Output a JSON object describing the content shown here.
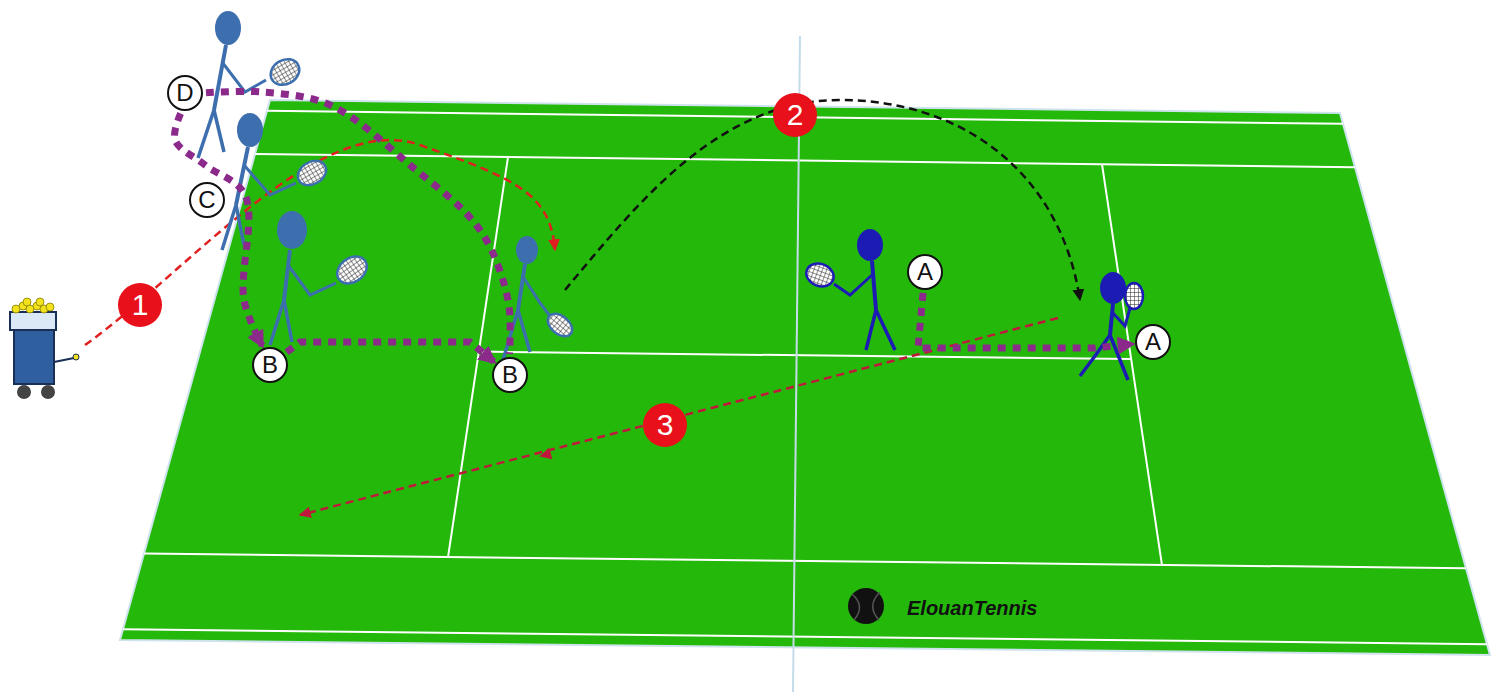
{
  "diagram": {
    "nodes": [
      {
        "text": [
          "D"
        ]
      },
      {
        "text": [
          "C"
        ]
      },
      {
        "text": [
          "B"
        ]
      },
      {
        "text": [
          "B"
        ]
      },
      {
        "text": [
          "A"
        ]
      },
      {
        "text": [
          "A"
        ]
      }
    ],
    "edges": [
      {
        "from": 0,
        "to": 2,
        "arrow": "to"
      },
      {
        "from": 0,
        "to": 3,
        "arrow": "none"
      },
      {
        "from": 2,
        "to": 3,
        "arrow": "to"
      },
      {
        "from": 4,
        "to": 5,
        "arrow": "to"
      }
    ],
    "labels": [
      "1",
      "2",
      "3",
      "ElouanTennis"
    ]
  }
}
